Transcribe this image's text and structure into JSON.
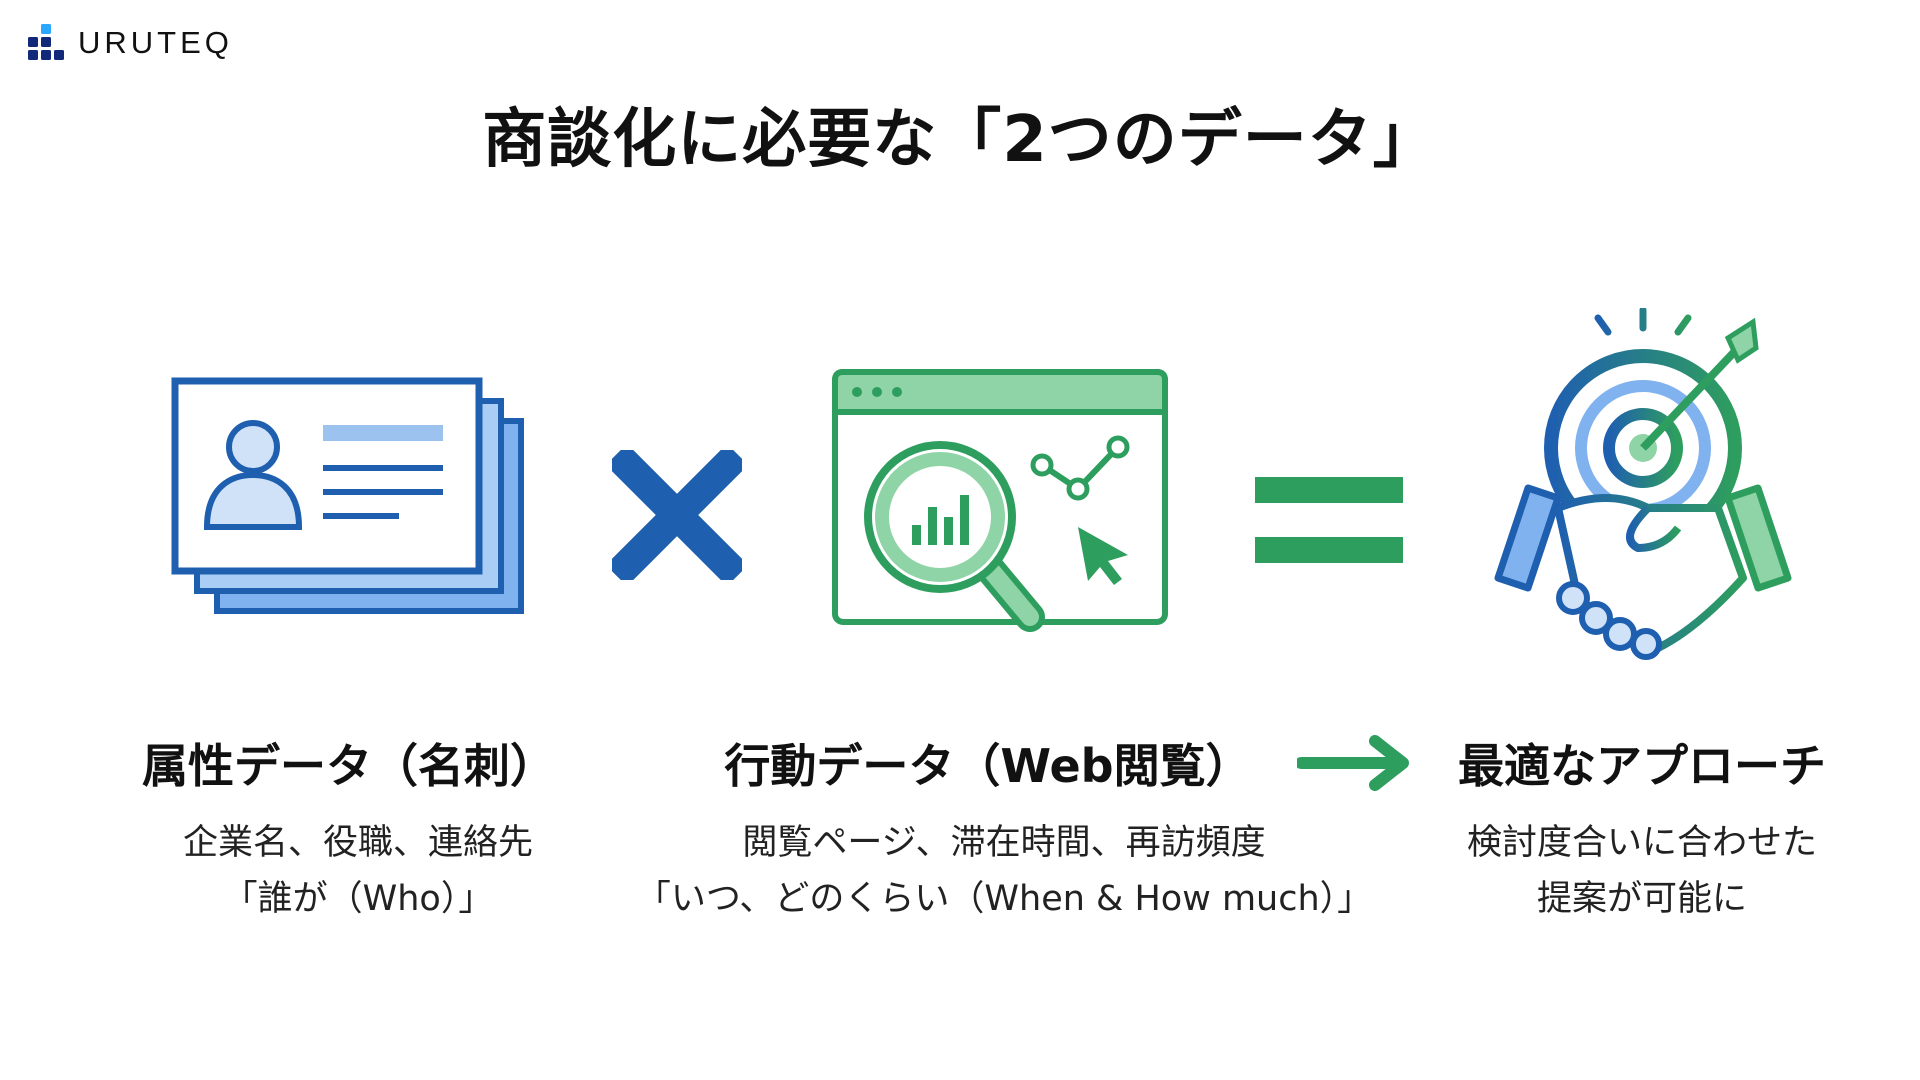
{
  "brand": {
    "name": "URUTEQ"
  },
  "title": "商談化に必要な「2つのデータ」",
  "colors": {
    "blue": "#1f5fb0",
    "light_blue": "#5b9be0",
    "green": "#2e9e5e",
    "light_green": "#8fd4a6",
    "logo_dark": "#12297a",
    "logo_light": "#2aa8ff"
  },
  "columns": [
    {
      "heading": "属性データ（名刺）",
      "lines": [
        "企業名、役職、連絡先",
        "「誰が（Who）」"
      ],
      "icon": "business-card-icon"
    },
    {
      "heading": "行動データ（Web閲覧）",
      "lines": [
        "閲覧ページ、滞在時間、再訪頻度",
        "「いつ、どのくらい（When & How much）」"
      ],
      "icon": "browser-analytics-icon"
    },
    {
      "heading": "最適なアプローチ",
      "lines": [
        "検討度合いに合わせた",
        "提案が可能に"
      ],
      "icon": "target-handshake-icon"
    }
  ],
  "operators": {
    "multiply": "multiply-icon",
    "equals": "equals-icon",
    "arrow": "arrow-right-icon"
  }
}
